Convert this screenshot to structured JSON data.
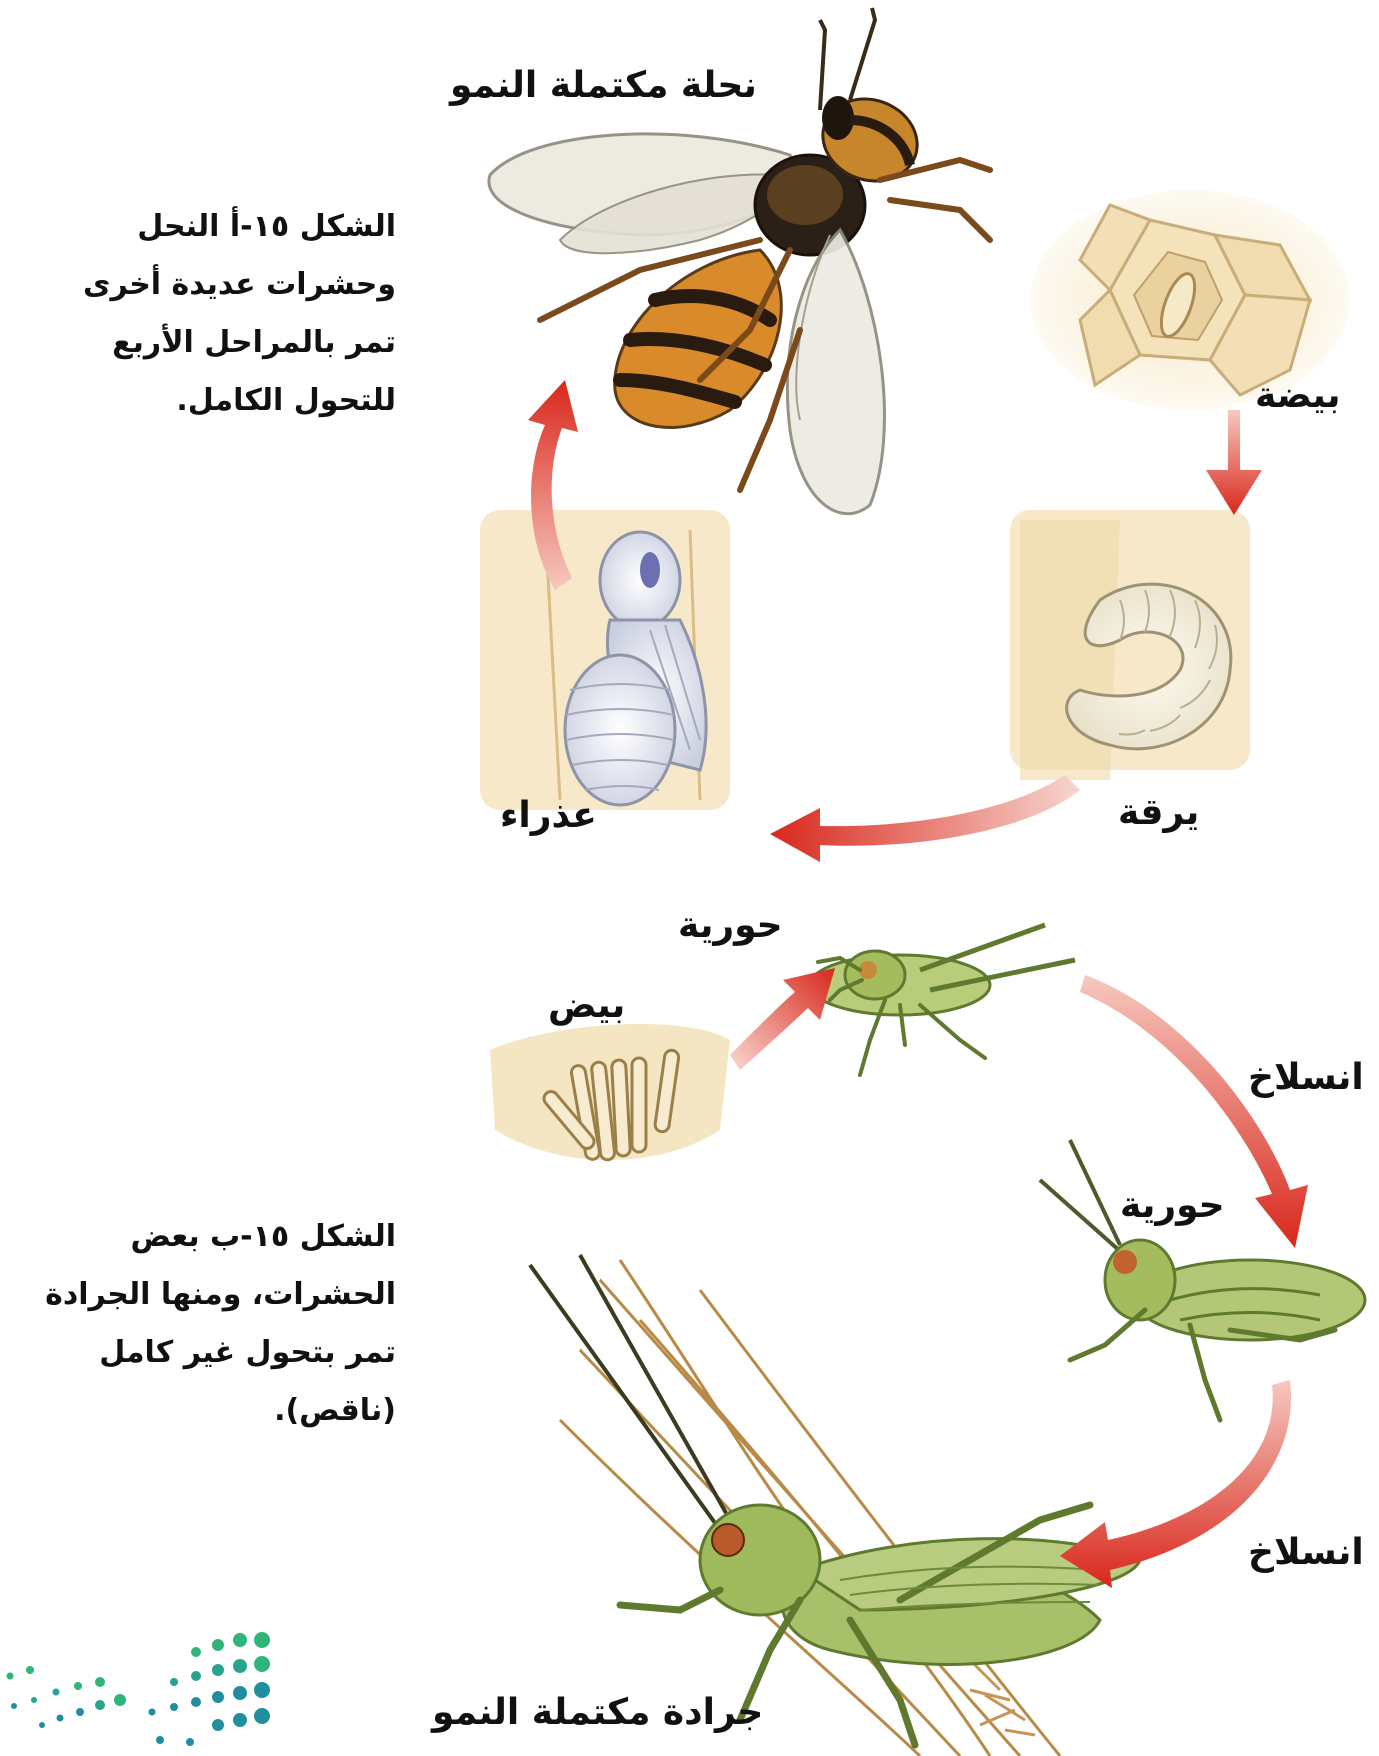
{
  "bee_cycle": {
    "adult_label": "نحلة مكتملة النمو",
    "egg_label": "بيضة",
    "larva_label": "يرقة",
    "pupa_label": "عذراء",
    "caption_lines": [
      "الشكل ١٥-أ النحل",
      "وحشرات عديدة أخرى",
      "تمر بالمراحل الأربع",
      "للتحول الكامل."
    ]
  },
  "grasshopper_cycle": {
    "nymph_label_1": "حورية",
    "eggs_label": "بيض",
    "molt_label_1": "انسلاخ",
    "nymph_label_2": "حورية",
    "molt_label_2": "انسلاخ",
    "adult_label": "جرادة مكتملة النمو",
    "caption_lines": [
      "الشكل ١٥-ب بعض",
      "الحشرات، ومنها الجرادة",
      "تمر بتحول غير كامل",
      "(ناقص)."
    ]
  },
  "colors": {
    "arrow_red": "#d9271c",
    "arrow_fade": "#f6c9bf",
    "honeycomb": "#f1dcb0",
    "bee_gold": "#d98a2a",
    "bee_stripe": "#2a1b10",
    "wing": "#e9e6dc",
    "grasshopper": "#9cb85a",
    "grasshopper_dark": "#6d8a3a",
    "wheat": "#d7a962",
    "logo_green": "#2fb57a",
    "logo_teal": "#1f8fa0"
  }
}
